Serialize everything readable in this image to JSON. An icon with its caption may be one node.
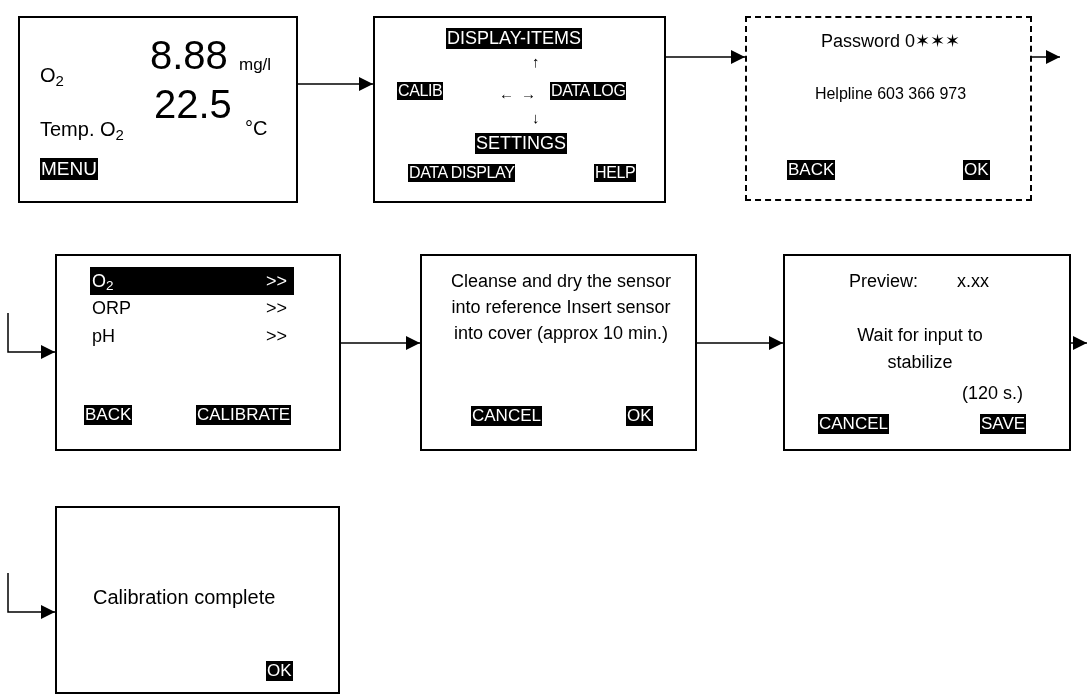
{
  "diagram": {
    "nodes": [
      {
        "text": [
          "O$_{2}$",
          "8.88",
          "mg/l",
          "Temp. O$_{2}$",
          "22.5",
          "°C",
          "MENU"
        ]
      },
      {
        "text": [
          "DISPLAY-ITEMS",
          "↑",
          "CALIB",
          "←",
          "→",
          "DATA LOG",
          "↓",
          "SETTINGS",
          "DATA DISPLAY",
          "HELP"
        ]
      },
      {
        "text": [
          "Password 0✶✶✶",
          "Helpline 603 366 973",
          "BACK",
          "OK"
        ]
      },
      {
        "text": [
          "O$_{2}$",
          ">>",
          "ORP",
          ">>",
          "pH",
          ">>",
          "BACK",
          "CALIBRATE"
        ]
      },
      {
        "text": [
          "Cleanse and dry the sensor into reference Insert sensor into cover (approx 10 min.)",
          "CANCEL",
          "OK"
        ]
      },
      {
        "text": [
          "Preview:",
          "x.xx",
          "Wait for input to stabilize",
          "(120 s.)",
          "CANCEL",
          "SAVE"
        ]
      },
      {
        "text": [
          "Calibration complete",
          "OK"
        ]
      }
    ],
    "edges": [
      {
        "from": 0,
        "to": 1,
        "arrow": "to"
      },
      {
        "from": 1,
        "to": 2,
        "arrow": "to"
      },
      {
        "from": 2,
        "to": null,
        "arrow": "to"
      },
      {
        "from": null,
        "to": 3,
        "arrow": "to"
      },
      {
        "from": 3,
        "to": 4,
        "arrow": "to"
      },
      {
        "from": 4,
        "to": 5,
        "arrow": "to"
      },
      {
        "from": 5,
        "to": null,
        "arrow": "to"
      },
      {
        "from": null,
        "to": 6,
        "arrow": "to"
      }
    ]
  }
}
